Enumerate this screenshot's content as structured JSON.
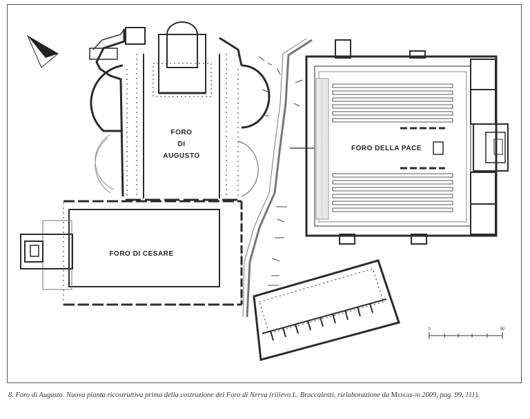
{
  "labels": {
    "foro_augusto": [
      "FORO",
      "DI",
      "AUGUSTO"
    ],
    "foro_pace": "FORO DELLA PACE",
    "foro_cesare": "FORO DI CESARE"
  },
  "scale": {
    "start": "0",
    "end": "50"
  },
  "caption": {
    "part1": "8. Foro di Augusto. Nuova pianta ricostruttiva prima della costruzione del Foro di Nerva (rilievo L. Braccalenti, rielaborazione da ",
    "author": "Menghi-ni",
    "part2": " 2009, pag. 99, 111)."
  },
  "colors": {
    "wall": "#2b2b2b",
    "outline": "#6a6a6a",
    "hatch": "#9a9a9a"
  }
}
